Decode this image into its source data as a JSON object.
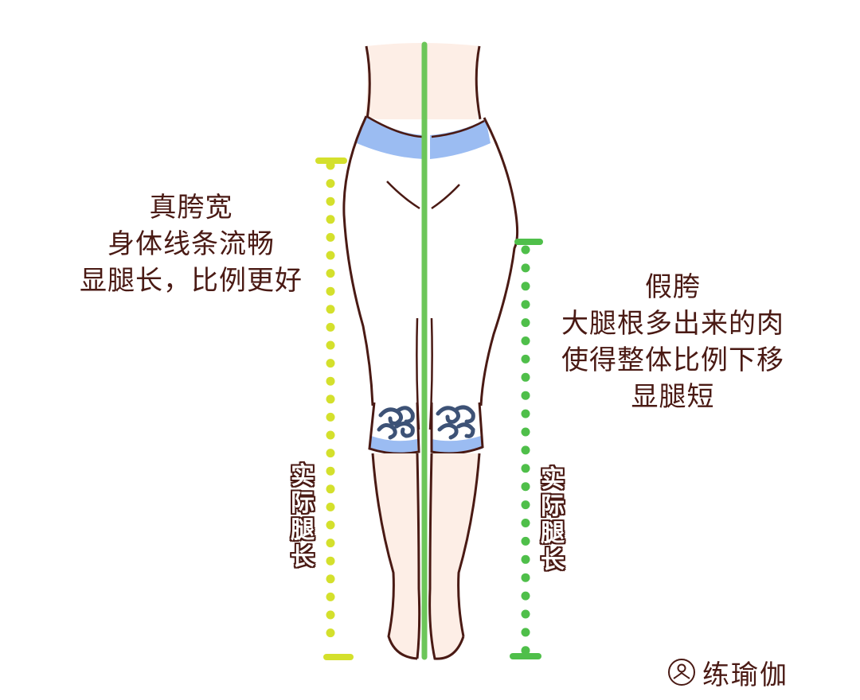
{
  "left_caption": {
    "title": "真胯宽",
    "line1": "身体线条流畅",
    "line2": "显腿长，比例更好"
  },
  "right_caption": {
    "title": "假胯",
    "line1": "大腿根多出来的肉",
    "line2": "使得整体比例下移",
    "line3": "显腿短"
  },
  "left_measure_label": [
    "实",
    "际",
    "腿",
    "长"
  ],
  "right_measure_label": [
    "实",
    "际",
    "腿",
    "长"
  ],
  "watermark": {
    "icon": "yoga-person-circle-icon",
    "text": "练瑜伽"
  },
  "colors": {
    "text": "#4a1a14",
    "outline": "#4a1a14",
    "skin": "#fdeee6",
    "waistband": "#9bbcf2",
    "pattern": "#3d5276",
    "centerline": "#6cc65a",
    "left_marker": "#d4e02c",
    "right_marker": "#4fbf4a"
  }
}
